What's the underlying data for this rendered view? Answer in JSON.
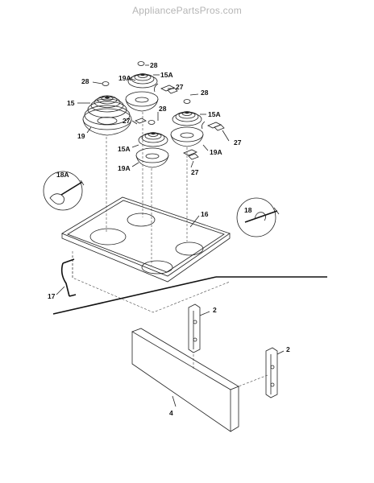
{
  "watermark": "AppliancePartsPros.com",
  "labels": {
    "p28a": "28",
    "p28b": "28",
    "p28c": "28",
    "p28d": "28",
    "p15Aa": "15A",
    "p15Ab": "15A",
    "p15Ac": "15A",
    "p15": "15",
    "p19": "19",
    "p19Aa": "19A",
    "p19Ab": "19A",
    "p19Ac": "19A",
    "p27a": "27",
    "p27b": "27",
    "p27c": "27",
    "p27d": "27",
    "p18A": "18A",
    "p18": "18",
    "p16": "16",
    "p17": "17",
    "p2a": "2",
    "p2b": "2",
    "p4": "4"
  }
}
